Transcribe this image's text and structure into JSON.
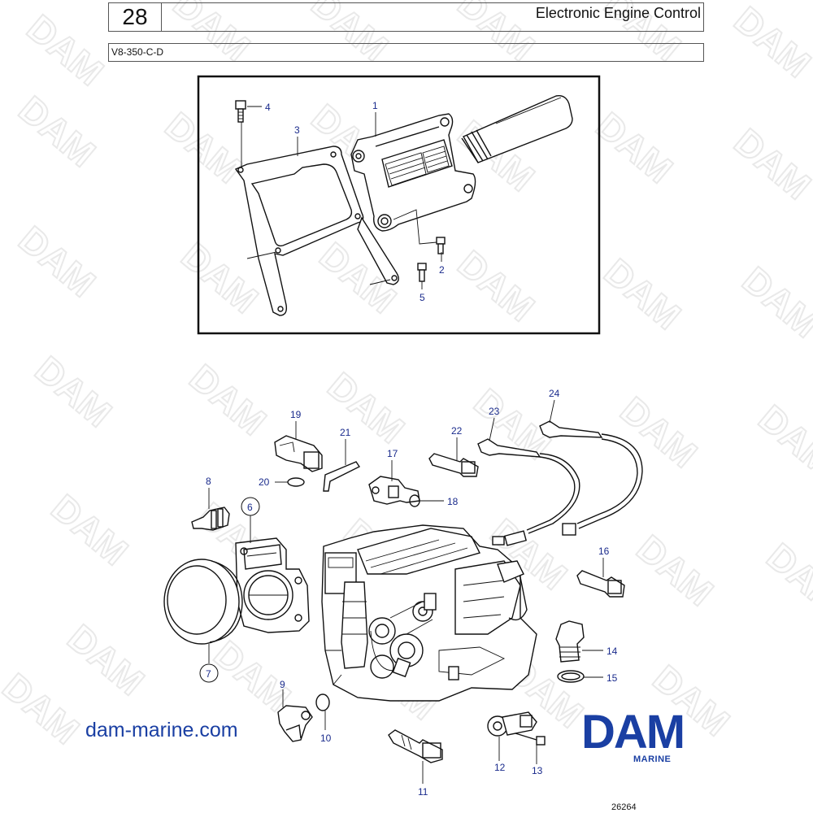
{
  "header": {
    "page_number": "28",
    "title": "Electronic Engine Control",
    "model": "V8-350-C-D"
  },
  "watermark": "DAM",
  "labels": [
    "1",
    "2",
    "3",
    "4",
    "5",
    "6",
    "7",
    "8",
    "9",
    "10",
    "11",
    "12",
    "13",
    "14",
    "15",
    "16",
    "17",
    "18",
    "19",
    "20",
    "21",
    "22",
    "23",
    "24"
  ],
  "footer": {
    "website": "dam-marine.com",
    "logo_text": "DAM",
    "logo_subtext": "MARINE",
    "figure_number": "26264"
  },
  "colors": {
    "label_blue": "#1a2b8c",
    "brand_blue": "#1a3fa3"
  }
}
